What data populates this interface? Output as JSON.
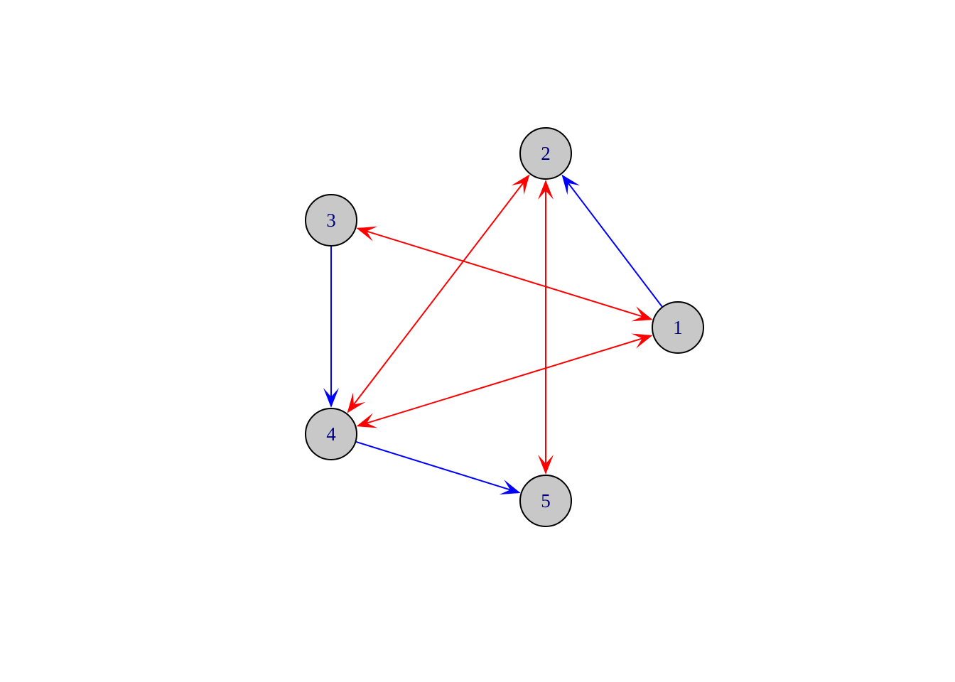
{
  "graph": {
    "nodes": [
      {
        "id": "1",
        "label": "1"
      },
      {
        "id": "2",
        "label": "2"
      },
      {
        "id": "3",
        "label": "3"
      },
      {
        "id": "4",
        "label": "4"
      },
      {
        "id": "5",
        "label": "5"
      }
    ],
    "edges": [
      {
        "from": "1",
        "to": "2",
        "mutual": false,
        "color": "#0000ff"
      },
      {
        "from": "3",
        "to": "4",
        "mutual": false,
        "color": "#0000ff"
      },
      {
        "from": "4",
        "to": "5",
        "mutual": false,
        "color": "#0000ff"
      },
      {
        "from": "1",
        "to": "3",
        "mutual": true,
        "color": "#ff0000"
      },
      {
        "from": "1",
        "to": "4",
        "mutual": true,
        "color": "#ff0000"
      },
      {
        "from": "2",
        "to": "4",
        "mutual": true,
        "color": "#ff0000"
      },
      {
        "from": "2",
        "to": "5",
        "mutual": true,
        "color": "#ff0000"
      }
    ],
    "node_fill": "#c8c8c8",
    "node_stroke": "#000000",
    "label_color": "#000080"
  }
}
